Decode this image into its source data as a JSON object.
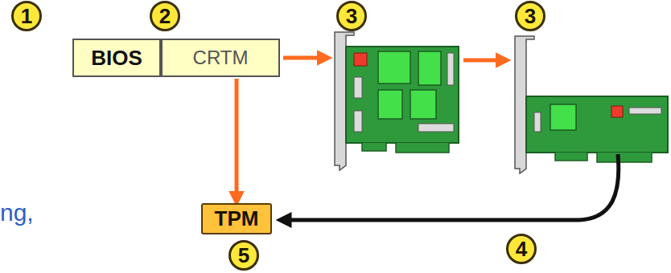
{
  "diagram": {
    "nodes": [
      {
        "text": [
          "BIOS"
        ]
      },
      {
        "text": [
          "CRTM"
        ]
      },
      {
        "text": [
          "TPM"
        ]
      }
    ],
    "edges": [
      {
        "from": 1,
        "to": 2,
        "arrow": "to"
      }
    ],
    "labels": [
      "1",
      "2",
      "3",
      "3",
      "4",
      "5",
      "ng,"
    ]
  }
}
